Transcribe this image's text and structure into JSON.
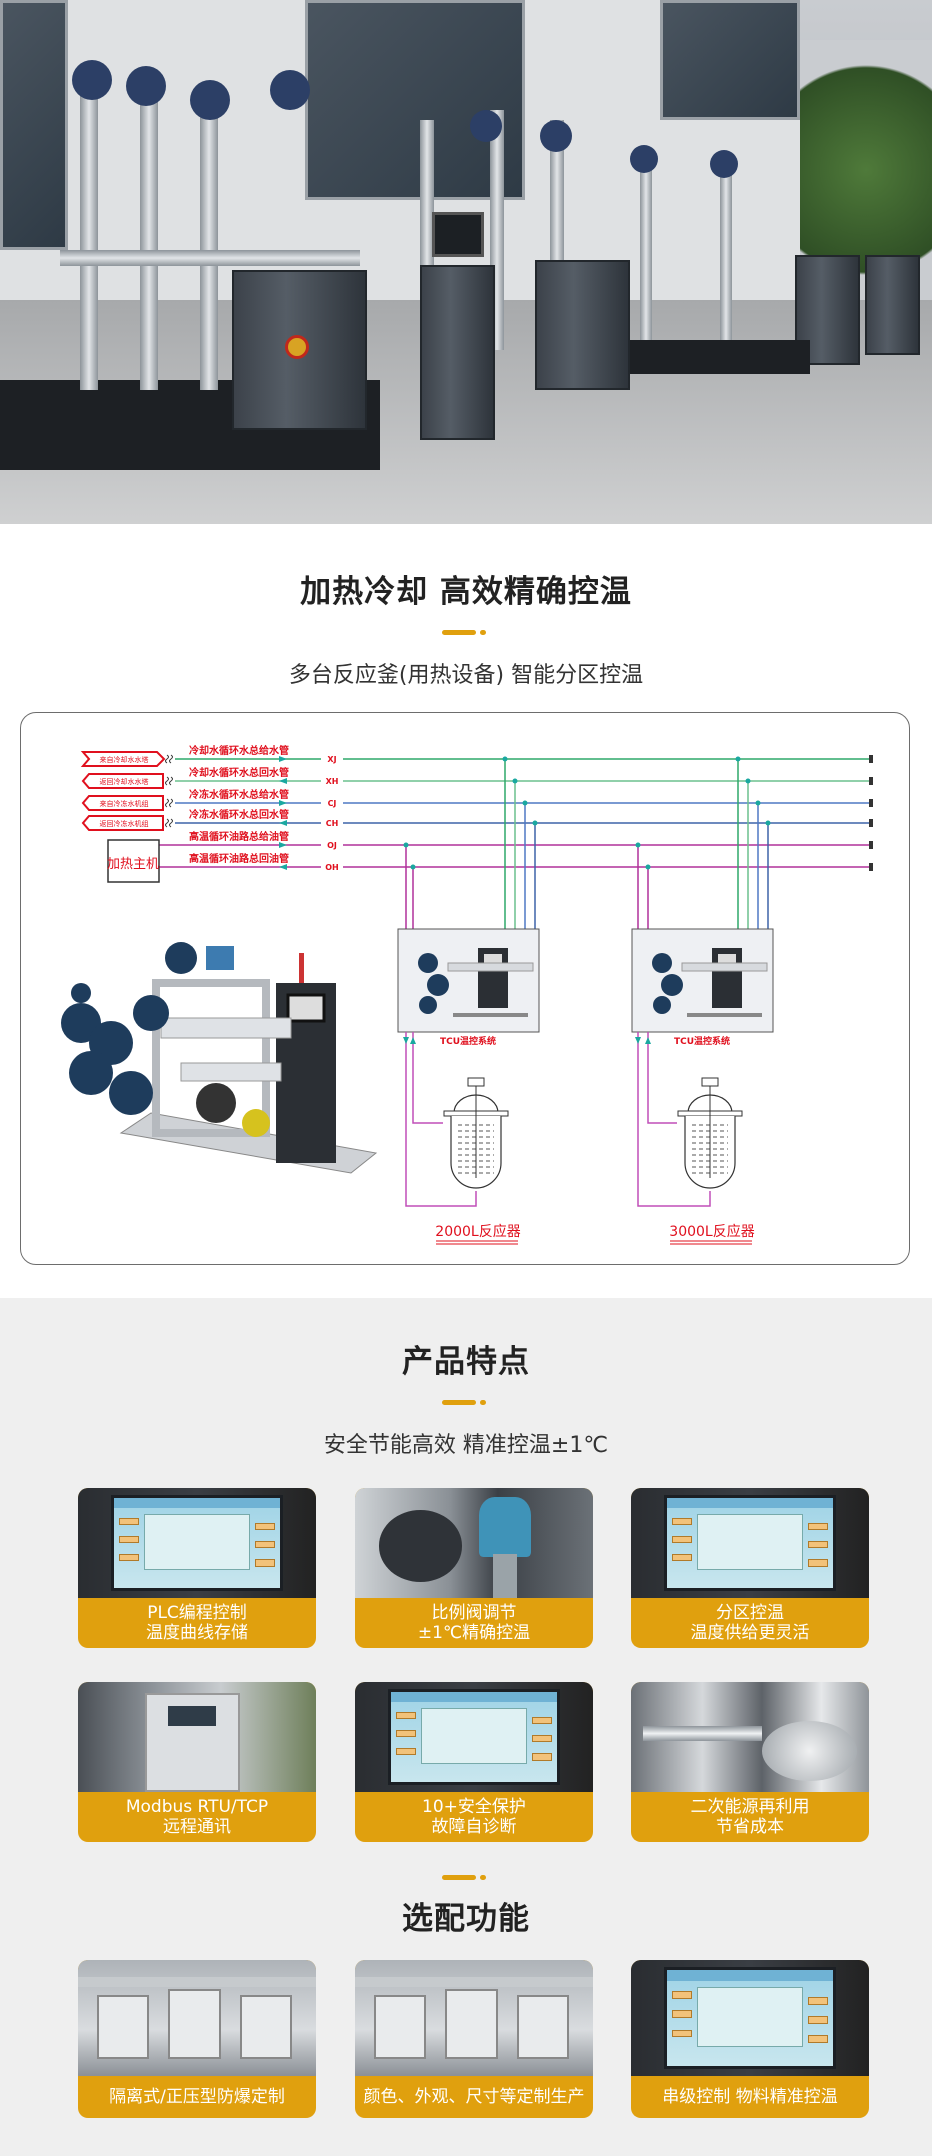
{
  "section1": {
    "title": "加热冷却 高效精确控温",
    "subtitle": "多台反应釜(用热设备) 智能分区控温"
  },
  "diagram": {
    "tags": [
      "来自冷却水水塔",
      "返回冷却水水塔",
      "来自冷冻水机组",
      "返回冷冻水机组"
    ],
    "heater": "加热主机",
    "pipes": [
      {
        "label": "冷却水循环水总给水管",
        "code": "XJ",
        "color": "#2fa86a"
      },
      {
        "label": "冷却水循环水总回水管",
        "code": "XH",
        "color": "#6cc08e"
      },
      {
        "label": "冷冻水循环水总给水管",
        "code": "CJ",
        "color": "#4f79c4"
      },
      {
        "label": "冷冻水循环水总回水管",
        "code": "CH",
        "color": "#3d63a8"
      },
      {
        "label": "高温循环油路总给油管",
        "code": "OJ",
        "color": "#b0309a"
      },
      {
        "label": "高温循环油路总回油管",
        "code": "OH",
        "color": "#b0309a"
      }
    ],
    "tcu_label": "TCU温控系统",
    "reactors": [
      "2000L反应器",
      "3000L反应器"
    ],
    "label_color": "#e0101e"
  },
  "section2": {
    "title": "产品特点",
    "subtitle": "安全节能高效  精准控温±1℃",
    "cards": [
      {
        "line1": "PLC编程控制",
        "line2": "温度曲线存储",
        "image": "plc-screen"
      },
      {
        "line1": "比例阀调节",
        "line2": "±1℃精确控温",
        "image": "proportional-valve"
      },
      {
        "line1": "分区控温",
        "line2": "温度供给更灵活",
        "image": "curve-screen"
      },
      {
        "line1": "Modbus RTU/TCP",
        "line2": "远程通讯",
        "image": "control-cabinet"
      },
      {
        "line1": "10+安全保护",
        "line2": "故障自诊断",
        "image": "hmi-screen"
      },
      {
        "line1": "二次能源再利用",
        "line2": "节省成本",
        "image": "heat-exchanger"
      }
    ]
  },
  "section3": {
    "title": "选配功能",
    "cards": [
      {
        "label": "隔离式/正压型防爆定制",
        "image": "explosion-proof-units"
      },
      {
        "label": "颜色、外观、尺寸等定制生产",
        "image": "custom-units"
      },
      {
        "label": "串级控制 物料精准控温",
        "image": "cascade-screen"
      }
    ]
  },
  "colors": {
    "accent": "#e0a00e",
    "section_bg": "#efefef"
  }
}
